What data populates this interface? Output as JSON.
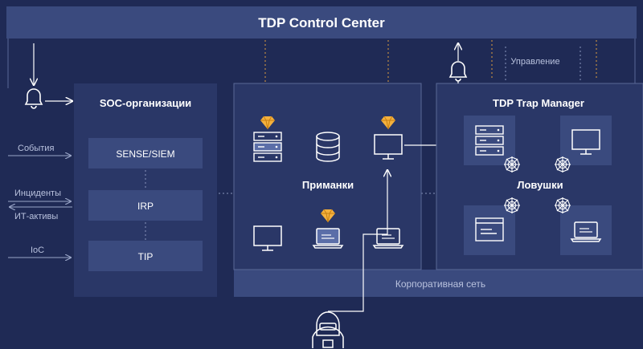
{
  "header": {
    "title": "TDP Control Center"
  },
  "soc": {
    "title": "SOC-организации",
    "items": [
      "SENSE/SIEM",
      "IRP",
      "TIP"
    ]
  },
  "inputs": {
    "events": "События",
    "incidents": "Инциденты",
    "it_assets": "ИТ-активы",
    "ioc": "IoC"
  },
  "decoys": {
    "title": "Приманки"
  },
  "trap_manager": {
    "title": "TDP Trap Manager",
    "traps_label": "Ловушки"
  },
  "network": {
    "label": "Корпоративная сеть"
  },
  "control": {
    "label": "Управление"
  },
  "icons": {
    "alert": "bell-icon",
    "decoy": "diamond-icon",
    "trap": "spider-web-icon",
    "attacker": "hacker-icon",
    "server": "server-icon",
    "database": "database-icon",
    "monitor": "monitor-icon",
    "laptop": "laptop-icon",
    "window": "window-icon"
  },
  "colors": {
    "background": "#1f2a55",
    "panel": "#2a3767",
    "box": "#3a4a7e",
    "accent": "#f5b13d"
  }
}
